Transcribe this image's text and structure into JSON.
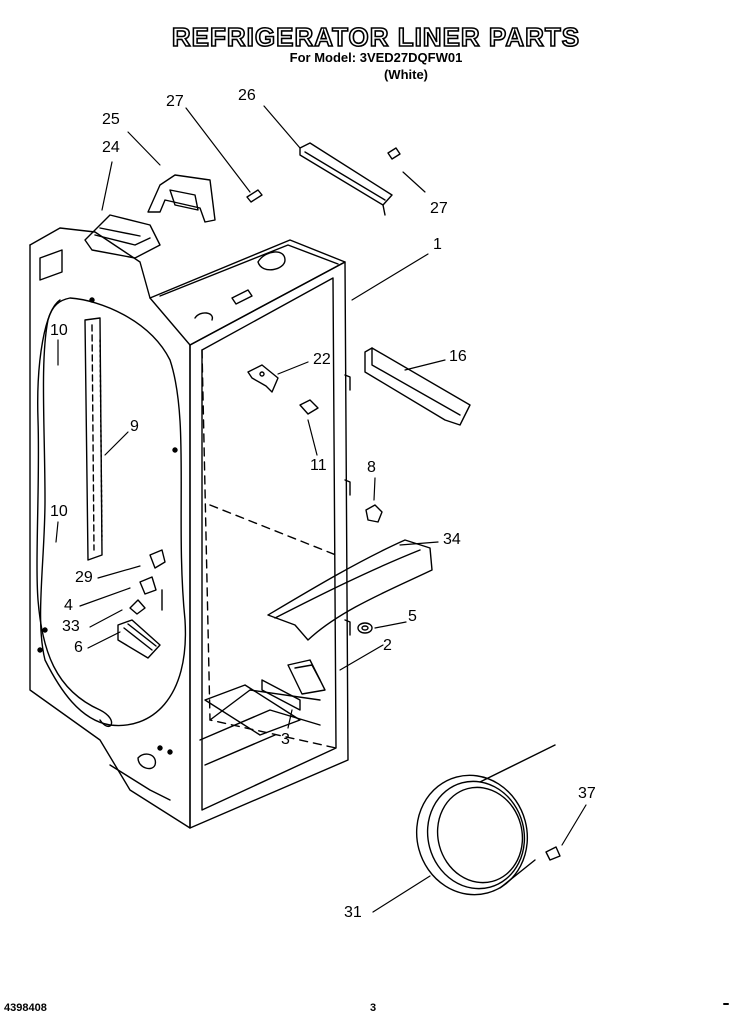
{
  "title": "REFRIGERATOR LINER PARTS",
  "model_line": "For Model: 3VED27DQFW01",
  "color_line": "(White)",
  "callouts": {
    "c1": "1",
    "c2": "2",
    "c3": "3",
    "c4": "4",
    "c5": "5",
    "c6": "6",
    "c8": "8",
    "c9": "9",
    "c10a": "10",
    "c10b": "10",
    "c11": "11",
    "c16": "16",
    "c22": "22",
    "c24": "24",
    "c25": "25",
    "c26": "26",
    "c27a": "27",
    "c27b": "27",
    "c29": "29",
    "c31": "31",
    "c33": "33",
    "c34": "34",
    "c37": "37"
  },
  "footer": {
    "doc_number": "4398408",
    "page_number": "3"
  }
}
